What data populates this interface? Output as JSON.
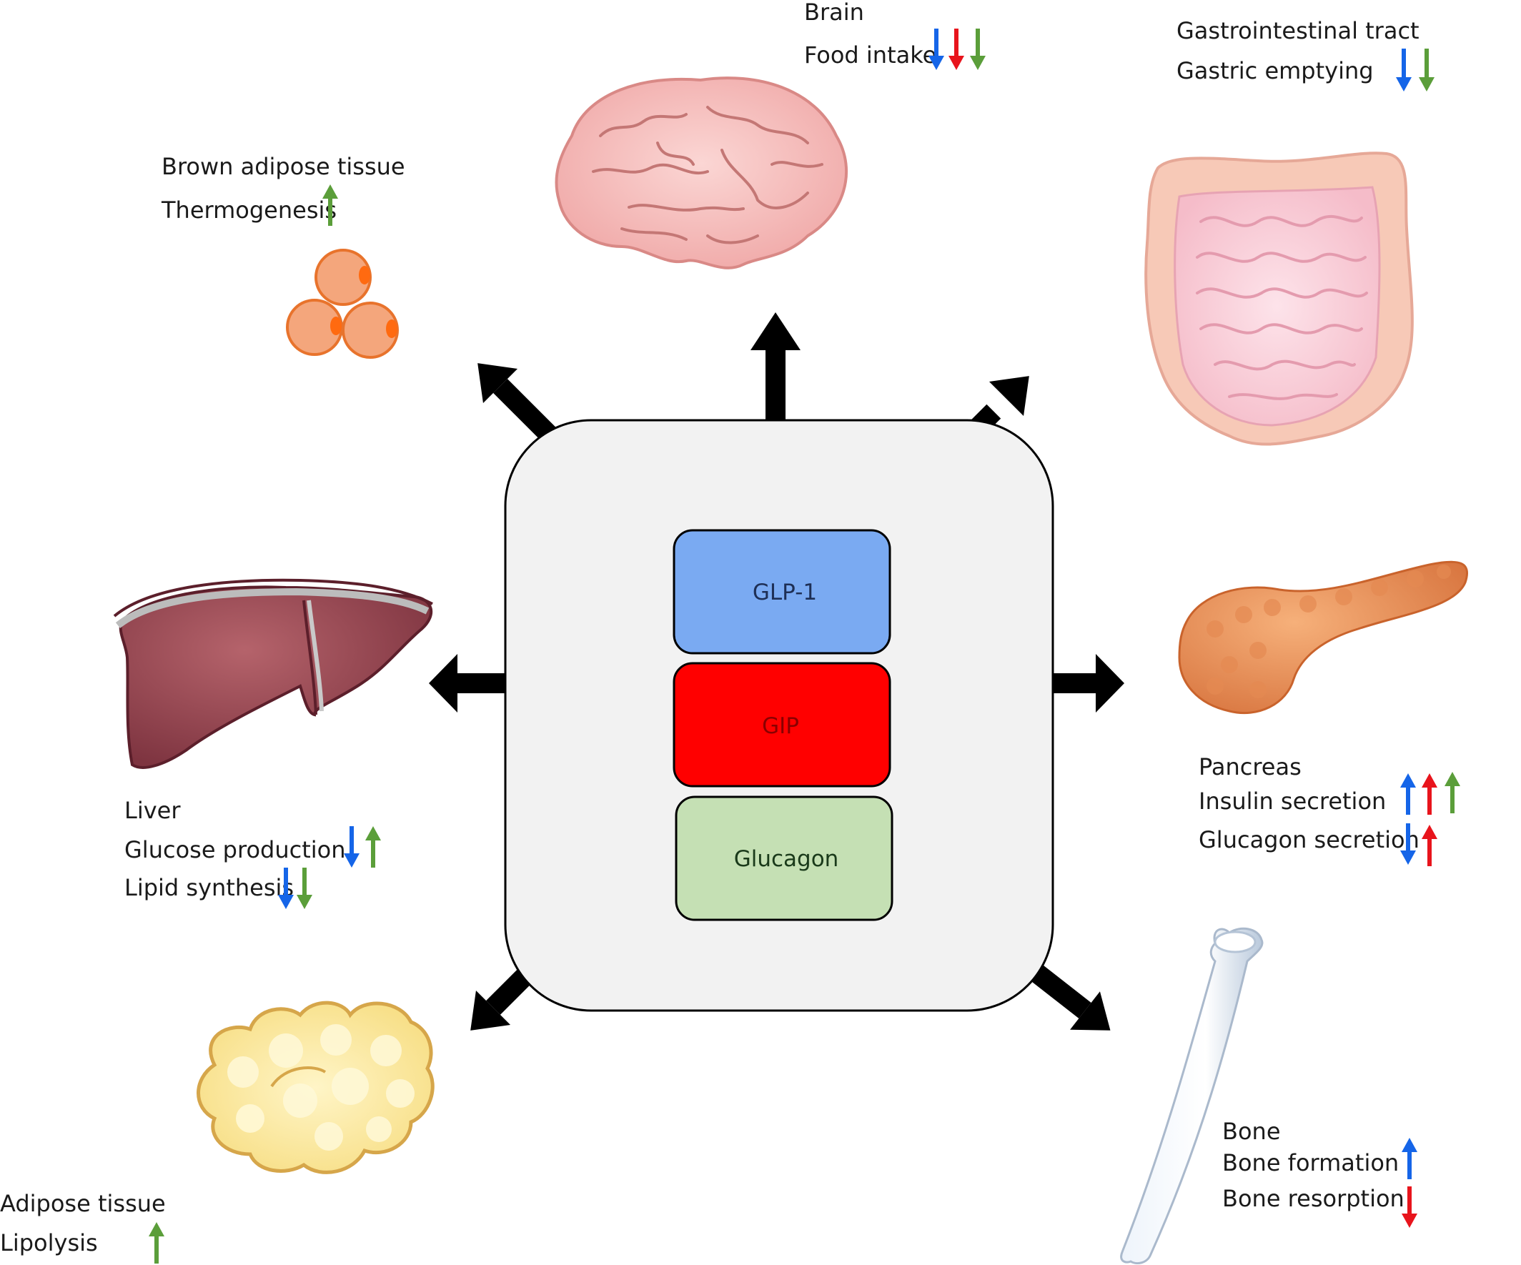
{
  "colors": {
    "glp1": "#7aaaf2",
    "gip": "#ff0000",
    "glucagon": "#c5e0b4",
    "arrow_blue": "#1565e8",
    "arrow_red": "#e8141c",
    "arrow_green": "#5b9e3a",
    "center_box": "#f2f2f2"
  },
  "center": {
    "hormones": [
      {
        "label": "GLP-1",
        "color": "#7aaaf2"
      },
      {
        "label": "GIP",
        "color": "#ff0000"
      },
      {
        "label": "Glucagon",
        "color": "#c5e0b4"
      }
    ]
  },
  "organs": {
    "brain": {
      "title": "Brain",
      "effects": [
        {
          "label": "Food intake",
          "arrows": [
            "down-blue",
            "down-red",
            "down-green"
          ]
        }
      ]
    },
    "gi": {
      "title": "Gastrointestinal tract",
      "effects": [
        {
          "label": "Gastric emptying",
          "arrows": [
            "down-blue",
            "down-green"
          ]
        }
      ]
    },
    "bat": {
      "title": "Brown adipose tissue",
      "effects": [
        {
          "label": "Thermogenesis",
          "arrows": [
            "up-green"
          ]
        }
      ]
    },
    "pancreas": {
      "title": "Pancreas",
      "effects": [
        {
          "label": "Insulin secretion",
          "arrows": [
            "up-blue",
            "up-red",
            "up-green"
          ]
        },
        {
          "label": "Glucagon secretion",
          "arrows": [
            "down-blue",
            "up-red"
          ]
        }
      ]
    },
    "liver": {
      "title": "Liver",
      "effects": [
        {
          "label": "Glucose production",
          "arrows": [
            "down-blue",
            "up-green"
          ]
        },
        {
          "label": "Lipid synthesis",
          "arrows": [
            "down-blue",
            "down-green"
          ]
        }
      ]
    },
    "adipose": {
      "title": "Adipose tissue",
      "effects": [
        {
          "label": "Lipolysis",
          "arrows": [
            "up-green"
          ]
        }
      ]
    },
    "bone": {
      "title": "Bone",
      "effects": [
        {
          "label": "Bone formation",
          "arrows": [
            "up-blue"
          ]
        },
        {
          "label": "Bone resorption",
          "arrows": [
            "down-red"
          ]
        }
      ]
    }
  }
}
